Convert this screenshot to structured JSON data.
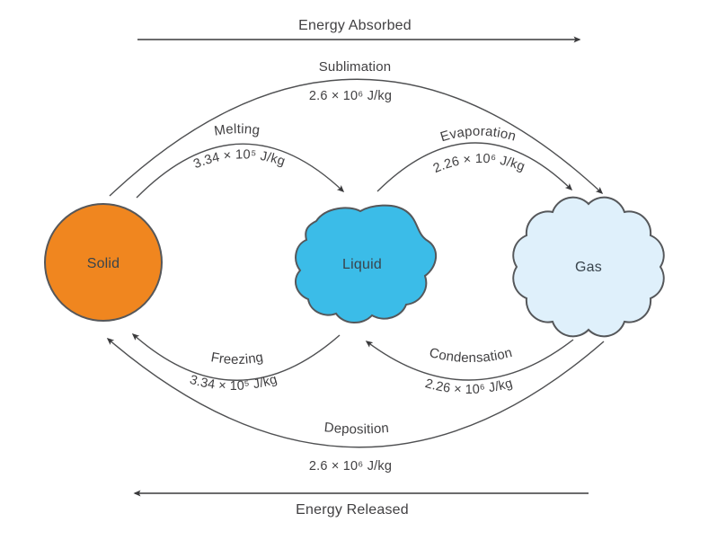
{
  "banners": {
    "absorbed": "Energy Absorbed",
    "released": "Energy Released"
  },
  "states": {
    "solid": {
      "label": "Solid"
    },
    "liquid": {
      "label": "Liquid"
    },
    "gas": {
      "label": "Gas"
    }
  },
  "transitions": {
    "sublimation": {
      "label": "Sublimation",
      "value": "2.6 × 10⁶ J/kg"
    },
    "melting": {
      "label": "Melting",
      "value": "3.34 × 10⁵ J/kg"
    },
    "evaporation": {
      "label": "Evaporation",
      "value": "2.26 × 10⁶ J/kg"
    },
    "freezing": {
      "label": "Freezing",
      "value": "3.34 × 10⁵ J/kg"
    },
    "condensation": {
      "label": "Condensation",
      "value": "2.26 × 10⁶ J/kg"
    },
    "deposition": {
      "label": "Deposition",
      "value": "2.6 × 10⁶ J/kg"
    }
  },
  "colors": {
    "solid_fill": "#F0861F",
    "liquid_fill": "#3BBCE8",
    "gas_fill": "#DFF0FB",
    "shape_stroke": "#55575A",
    "arc_stroke": "#4F5052",
    "line_stroke": "#3A3A3C"
  }
}
